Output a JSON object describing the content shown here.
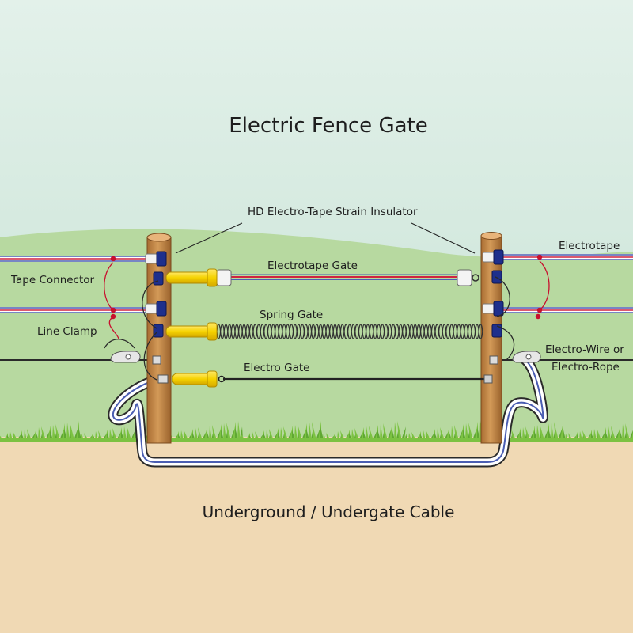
{
  "title": "Electric Fence Gate",
  "labels": {
    "strain_insulator": "HD Electro-Tape Strain Insulator",
    "electrotape": "Electrotape",
    "tape_connector": "Tape Connector",
    "electrotape_gate": "Electrotape Gate",
    "spring_gate": "Spring Gate",
    "line_clamp": "Line Clamp",
    "electro_wire_or": "Electro-Wire or",
    "electro_rope": "Electro-Rope",
    "electro_gate": "Electro Gate",
    "underground_cable": "Underground / Undergate Cable"
  },
  "colors": {
    "sky_top": "#e3f1ea",
    "sky_bottom": "#c9e3d6",
    "hill": "#b7d9a0",
    "ground": "#f0d9b4",
    "grass": "#7cc242",
    "post": "#c48a4a",
    "tape_red": "#d0243f",
    "tape_blue": "#4a5db2",
    "insulator": "#1e2f8c",
    "handle": "#f5d200",
    "connector": "#c8102e",
    "wire": "#333333"
  }
}
